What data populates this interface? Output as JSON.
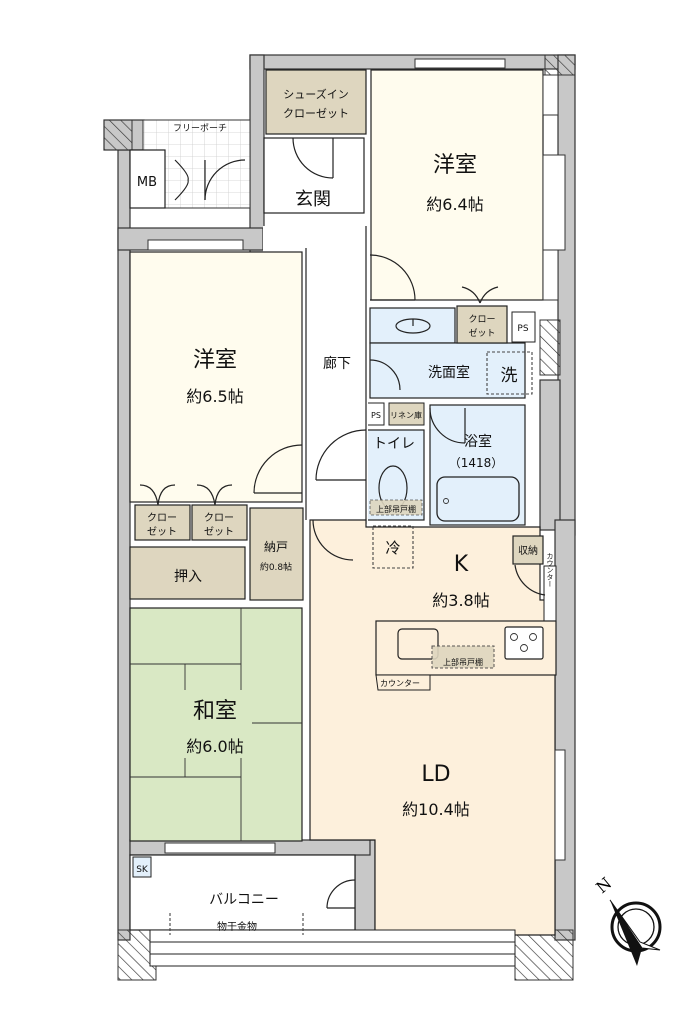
{
  "colors": {
    "western_room": "#fffcee",
    "storage": "#ded6bf",
    "tatami": "#d9e8c4",
    "water": "#e3f0fb",
    "ldk": "#fdf0dc",
    "wall": "#c8c8c8",
    "outline": "#222222"
  },
  "rooms": {
    "shoe_closet": {
      "line1": "シューズイン",
      "line2": "クローゼット"
    },
    "free_porch": {
      "label": "フリーポーチ"
    },
    "mb": {
      "label": "MB"
    },
    "entrance": {
      "label": "玄関"
    },
    "western_room_1": {
      "name": "洋室",
      "size": "約6.4帖"
    },
    "western_room_2": {
      "name": "洋室",
      "size": "約6.5帖"
    },
    "closet_1": {
      "line1": "クロー",
      "line2": "ゼット"
    },
    "closet_2": {
      "line1": "クロー",
      "line2": "ゼット"
    },
    "closet_3": {
      "line1": "クロー",
      "line2": "ゼット"
    },
    "ps_1": {
      "label": "PS"
    },
    "ps_2": {
      "label": "PS"
    },
    "corridor": {
      "label": "廊下"
    },
    "washroom": {
      "label": "洗面室",
      "washer": "洗"
    },
    "linen": {
      "label": "リネン庫"
    },
    "toilet": {
      "label": "トイレ",
      "upper_cabinet": "上部吊戸棚"
    },
    "bathroom": {
      "name": "浴室",
      "size": "（1418）"
    },
    "oshiire": {
      "label": "押入"
    },
    "nando": {
      "name": "納戸",
      "size": "約0.8帖"
    },
    "fridge": {
      "label": "冷"
    },
    "kitchen": {
      "name": "K",
      "size": "約3.8帖",
      "storage": "収納",
      "counter_side": "カウンター",
      "upper_cabinet": "上部吊戸棚",
      "counter": "カウンター"
    },
    "japanese_room": {
      "name": "和室",
      "size": "約6.0帖"
    },
    "ld": {
      "name": "LD",
      "size": "約10.4帖"
    },
    "balcony": {
      "label": "バルコニー",
      "drying": "物干金物",
      "sk": "SK"
    }
  },
  "compass": {
    "north_label": "N"
  }
}
